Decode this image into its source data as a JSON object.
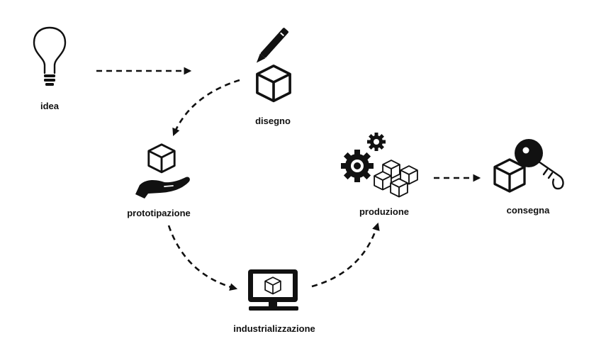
{
  "steps": [
    {
      "id": "idea",
      "label": "idea",
      "icon": "lightbulb-icon"
    },
    {
      "id": "disegno",
      "label": "disegno",
      "icon": "pen-cube-icon"
    },
    {
      "id": "prototipazione",
      "label": "prototipazione",
      "icon": "hand-cube-icon"
    },
    {
      "id": "industrializzazione",
      "label": "industrializzazione",
      "icon": "monitor-cube-icon"
    },
    {
      "id": "produzione",
      "label": "produzione",
      "icon": "gears-cubes-icon"
    },
    {
      "id": "consegna",
      "label": "consegna",
      "icon": "key-cube-icon"
    }
  ],
  "colors": {
    "ink": "#111111",
    "background": "#ffffff"
  }
}
